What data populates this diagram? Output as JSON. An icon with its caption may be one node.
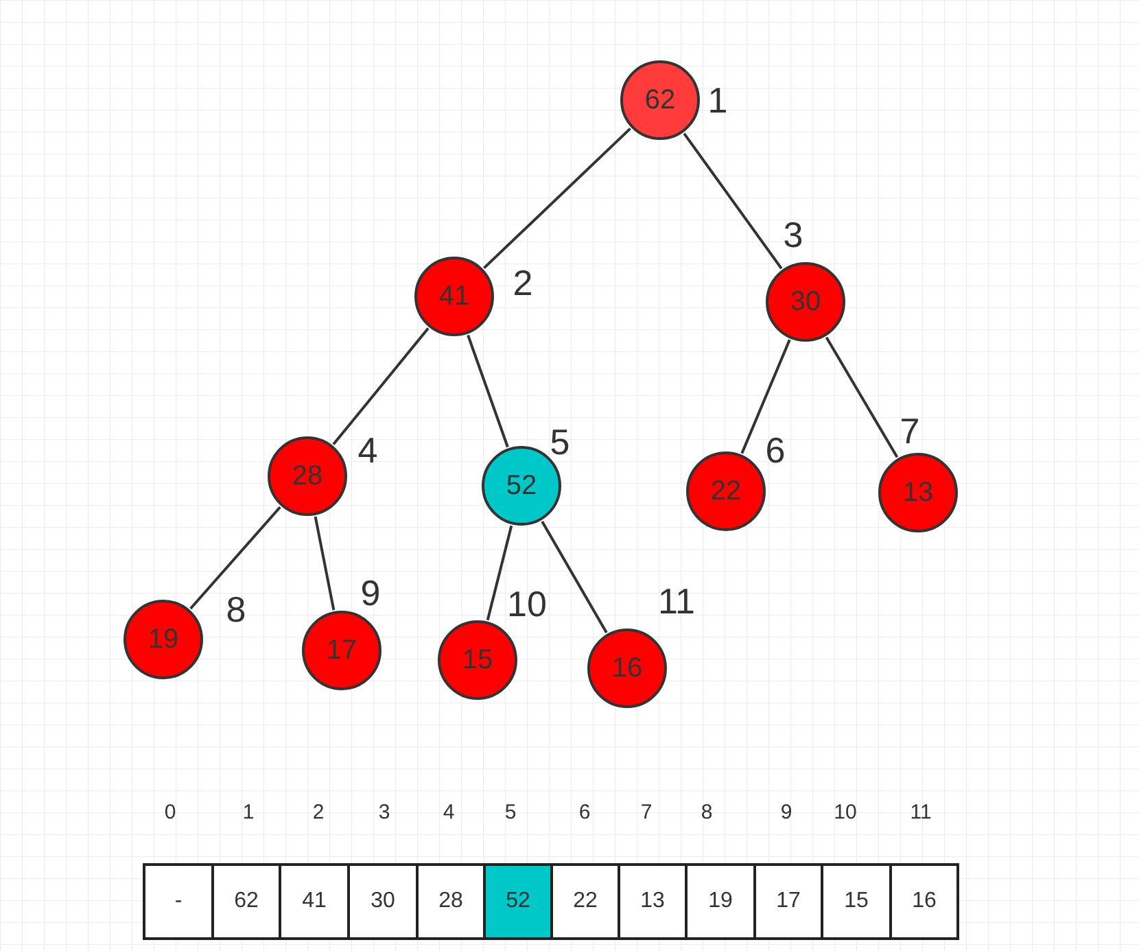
{
  "diagram": {
    "nodes": [
      {
        "text": [
          "62"
        ],
        "beside": [
          "1"
        ]
      },
      {
        "text": [
          "41"
        ],
        "beside": [
          "2"
        ]
      },
      {
        "text": [
          "30"
        ],
        "beside": [
          "3"
        ]
      },
      {
        "text": [
          "28"
        ],
        "beside": [
          "4"
        ]
      },
      {
        "text": [
          "52"
        ],
        "beside": [
          "5"
        ]
      },
      {
        "text": [
          "22"
        ],
        "beside": [
          "6"
        ]
      },
      {
        "text": [
          "13"
        ],
        "beside": [
          "7"
        ]
      },
      {
        "text": [
          "19"
        ],
        "beside": [
          "8"
        ]
      },
      {
        "text": [
          "17"
        ],
        "beside": [
          "9"
        ]
      },
      {
        "text": [
          "15"
        ],
        "beside": [
          "10"
        ]
      },
      {
        "text": [
          "16"
        ],
        "beside": [
          "11"
        ]
      }
    ],
    "edges": [
      {
        "from": 0,
        "to": 1,
        "arrow": "none"
      },
      {
        "from": 0,
        "to": 2,
        "arrow": "none"
      },
      {
        "from": 1,
        "to": 3,
        "arrow": "none"
      },
      {
        "from": 1,
        "to": 4,
        "arrow": "none"
      },
      {
        "from": 2,
        "to": 5,
        "arrow": "none"
      },
      {
        "from": 2,
        "to": 6,
        "arrow": "none"
      },
      {
        "from": 3,
        "to": 7,
        "arrow": "none"
      },
      {
        "from": 3,
        "to": 8,
        "arrow": "none"
      },
      {
        "from": 4,
        "to": 9,
        "arrow": "none"
      },
      {
        "from": 4,
        "to": 10,
        "arrow": "none"
      }
    ],
    "labels": [
      "0",
      "1",
      "2",
      "3",
      "4",
      "5",
      "6",
      "7",
      "8",
      "9",
      "10",
      "11",
      "-",
      "62",
      "41",
      "30",
      "28",
      "52",
      "22",
      "13",
      "19",
      "17",
      "15",
      "16"
    ]
  }
}
